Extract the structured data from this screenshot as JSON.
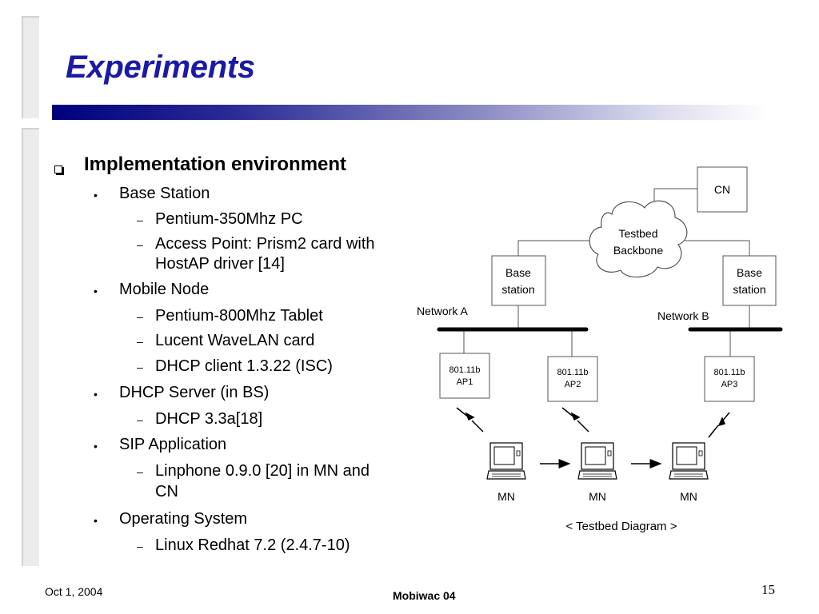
{
  "slide": {
    "title": "Experiments",
    "heading": "Implementation environment",
    "items": [
      {
        "label": "Base Station",
        "subs": [
          "Pentium-350Mhz PC",
          "Access Point: Prism2 card with",
          "HostAP driver [14]"
        ]
      },
      {
        "label": "Mobile Node",
        "subs": [
          "Pentium-800Mhz Tablet",
          "Lucent WaveLAN card",
          "DHCP client 1.3.22 (ISC)"
        ]
      },
      {
        "label": "DHCP Server (in BS)",
        "subs": [
          "DHCP 3.3a[18]"
        ]
      },
      {
        "label": "SIP Application",
        "subs": [
          "Linphone 0.9.0 [20] in MN and",
          "CN"
        ]
      },
      {
        "label": "Operating System",
        "subs": [
          "Linux Redhat 7.2 (2.4.7-10)"
        ]
      }
    ]
  },
  "diagram": {
    "cn": "CN",
    "backbone": [
      "Testbed",
      "Backbone"
    ],
    "base_station": [
      "Base",
      "station"
    ],
    "network_a": "Network A",
    "network_b": "Network B",
    "ap_type": "801.11b",
    "aps": [
      "AP1",
      "AP2",
      "AP3"
    ],
    "mn": "MN",
    "caption": "< Testbed Diagram >"
  },
  "footer": {
    "date": "Oct 1, 2004",
    "event": "Mobiwac 04",
    "page": "15"
  }
}
